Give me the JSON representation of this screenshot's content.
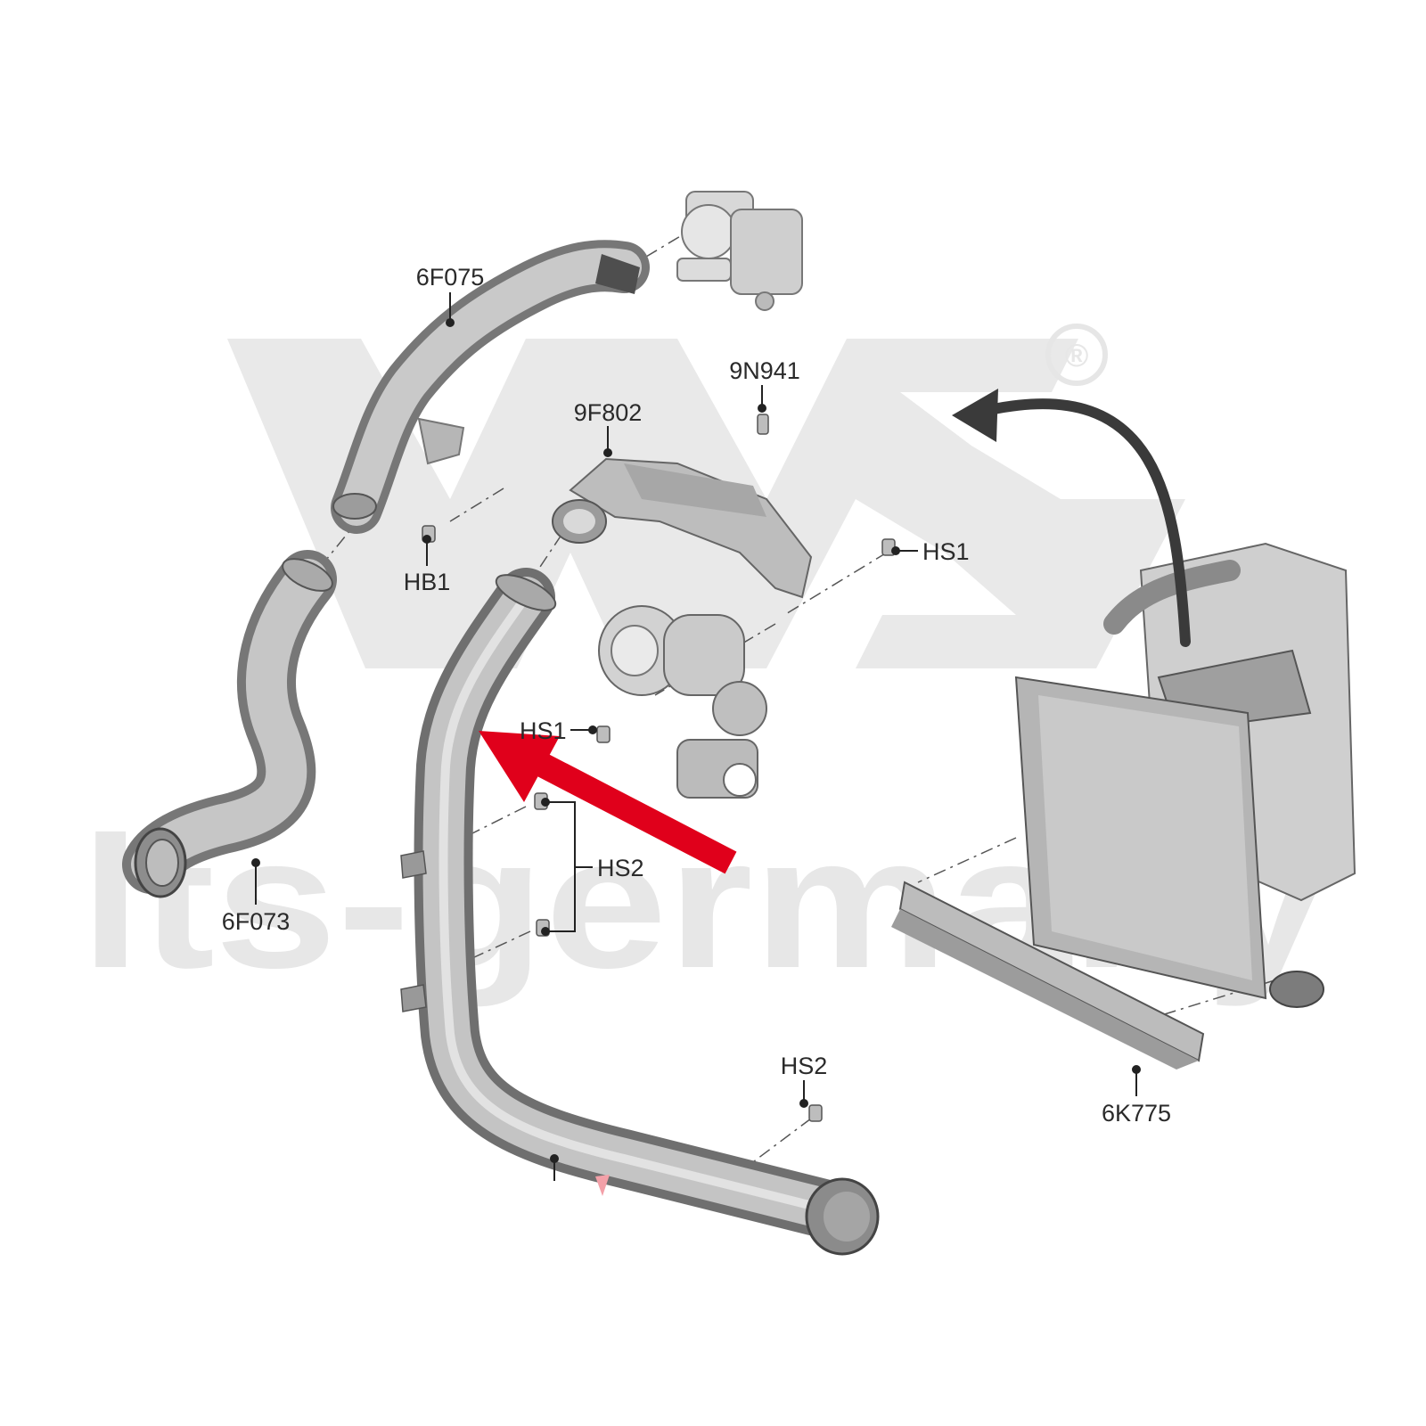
{
  "watermark": {
    "text": "lts-germany",
    "registered_mark": "®",
    "color": "#e6e6e6"
  },
  "colors": {
    "pipe": "#9a9a9a",
    "pipe_dark": "#6e6e6e",
    "pipe_light": "#d0d0d0",
    "callout_arrow": "#e0001b",
    "label": "#2a2a2a"
  },
  "labels": {
    "p_6f075": "6F075",
    "p_9n941": "9N941",
    "p_9f802": "9F802",
    "p_hs1_right": "HS1",
    "p_hb1": "HB1",
    "p_hs1_left": "HS1",
    "p_hs2_mid": "HS2",
    "p_6f073": "6F073",
    "p_hs2_bottom": "HS2",
    "p_6k775": "6K775"
  },
  "icons": {
    "callout": "red-arrow-icon",
    "location": "curved-arrow-icon"
  }
}
